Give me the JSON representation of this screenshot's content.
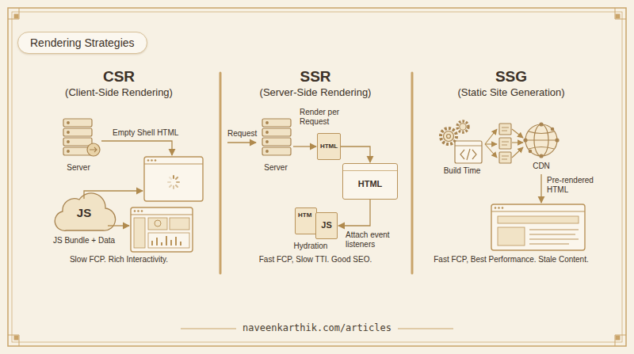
{
  "diagram": {
    "title": "Rendering Strategies",
    "nodes": [
      {
        "text": [
          "Server"
        ]
      },
      {
        "text": [
          "JS",
          "JS Bundle + Data"
        ]
      },
      {
        "text": [
          "Server"
        ]
      },
      {
        "text": [
          "HTML"
        ]
      },
      {
        "text": [
          "HTML"
        ]
      },
      {
        "text": [
          "HTM"
        ]
      },
      {
        "text": [
          "JS"
        ]
      },
      {
        "text": [
          "Build Time"
        ]
      },
      {
        "text": [
          "CDN"
        ]
      }
    ],
    "edges": [
      {
        "from": 2,
        "to": 3,
        "arrow": "to"
      },
      {
        "from": 3,
        "to": 4,
        "arrow": "to"
      },
      {
        "from": 4,
        "to": 6,
        "arrow": "to"
      }
    ],
    "labels": [
      "CSR",
      "(Client-Side Rendering)",
      "SSR",
      "(Server-Side Rendering)",
      "SSG",
      "(Static Site Generation)",
      "Empty Shell HTML",
      "Slow FCP. Rich Interactivity.",
      "Request",
      "Render per Request",
      "Attach event listeners",
      "Hydration",
      "Fast FCP, Slow TTI. Good SEO.",
      "Pre-rendered HTML",
      "Fast FCP, Best Performance. Stale Content.",
      "naveenkarthik.com/articles"
    ]
  }
}
